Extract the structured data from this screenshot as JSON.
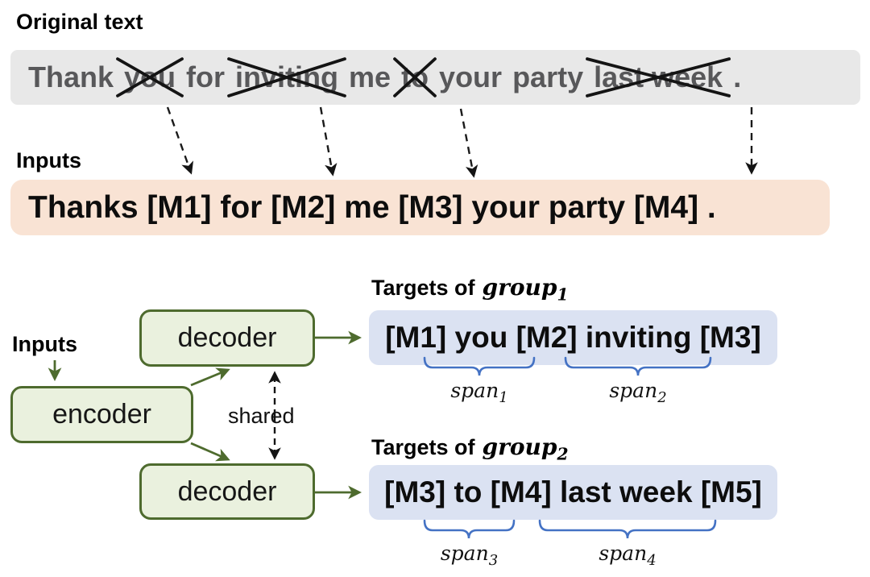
{
  "original": {
    "label": "Original text",
    "tokens": [
      {
        "text": "Thank",
        "crossed": false
      },
      {
        "text": "you",
        "crossed": true
      },
      {
        "text": "for",
        "crossed": false
      },
      {
        "text": "inviting",
        "crossed": true
      },
      {
        "text": "me",
        "crossed": false
      },
      {
        "text": "to",
        "crossed": true
      },
      {
        "text": "your",
        "crossed": false
      },
      {
        "text": "party",
        "crossed": false
      },
      {
        "text": "last week",
        "crossed": true
      },
      {
        "text": ".",
        "crossed": false
      }
    ]
  },
  "inputs": {
    "label": "Inputs",
    "masked_text": "Thanks [M1] for [M2] me [M3] your party [M4] ."
  },
  "model": {
    "inputs_label": "Inputs",
    "encoder_label": "encoder",
    "decoder1_label": "decoder",
    "decoder2_label": "decoder",
    "shared_label": "shared"
  },
  "targets": {
    "group1": {
      "heading_prefix": "Targets of",
      "math_word": "group",
      "math_sub": "1",
      "text": "[M1] you [M2] inviting [M3]",
      "spans": [
        {
          "word": "span",
          "sub": "1"
        },
        {
          "word": "span",
          "sub": "2"
        }
      ]
    },
    "group2": {
      "heading_prefix": "Targets of",
      "math_word": "group",
      "math_sub": "2",
      "text": "[M3] to [M4] last week [M5]",
      "spans": [
        {
          "word": "span",
          "sub": "3"
        },
        {
          "word": "span",
          "sub": "4"
        }
      ]
    }
  },
  "colors": {
    "gray_bar_bg": "#e8e8e8",
    "gray_text": "#58585a",
    "pink_bar_bg": "#f9e3d4",
    "blue_box_bg": "#dbe2f2",
    "green_box_bg": "#eaf1de",
    "green_stroke": "#4e6b2e",
    "brace_blue": "#4472c4",
    "black": "#141414"
  }
}
